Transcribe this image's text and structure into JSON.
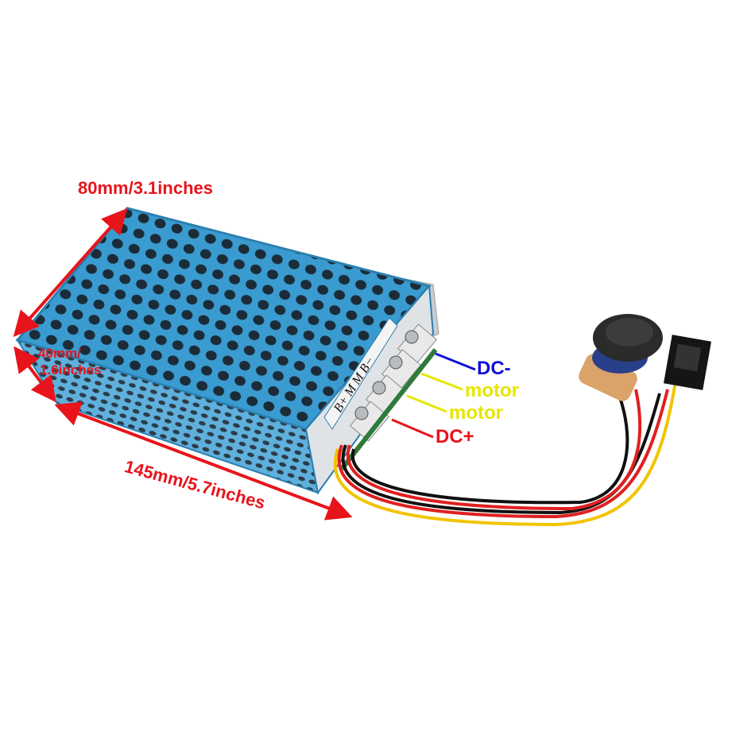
{
  "dimensions": {
    "width_label": "80mm/3.1inches",
    "height_label_line1": "40mm/",
    "height_label_line2": "1.6inches",
    "length_label": "145mm/5.7inches"
  },
  "terminals": {
    "silkscreen": "B+  M  M  B−",
    "labels": [
      {
        "text": "DC-",
        "color": "#1010d8"
      },
      {
        "text": "motor",
        "color": "#e6e600"
      },
      {
        "text": "motor",
        "color": "#e6e600"
      },
      {
        "text": "DC+",
        "color": "#e8141b"
      }
    ]
  },
  "colors": {
    "dimension_arrows": "#e8141b",
    "case": "#2f8fc4",
    "background": "#ffffff"
  }
}
